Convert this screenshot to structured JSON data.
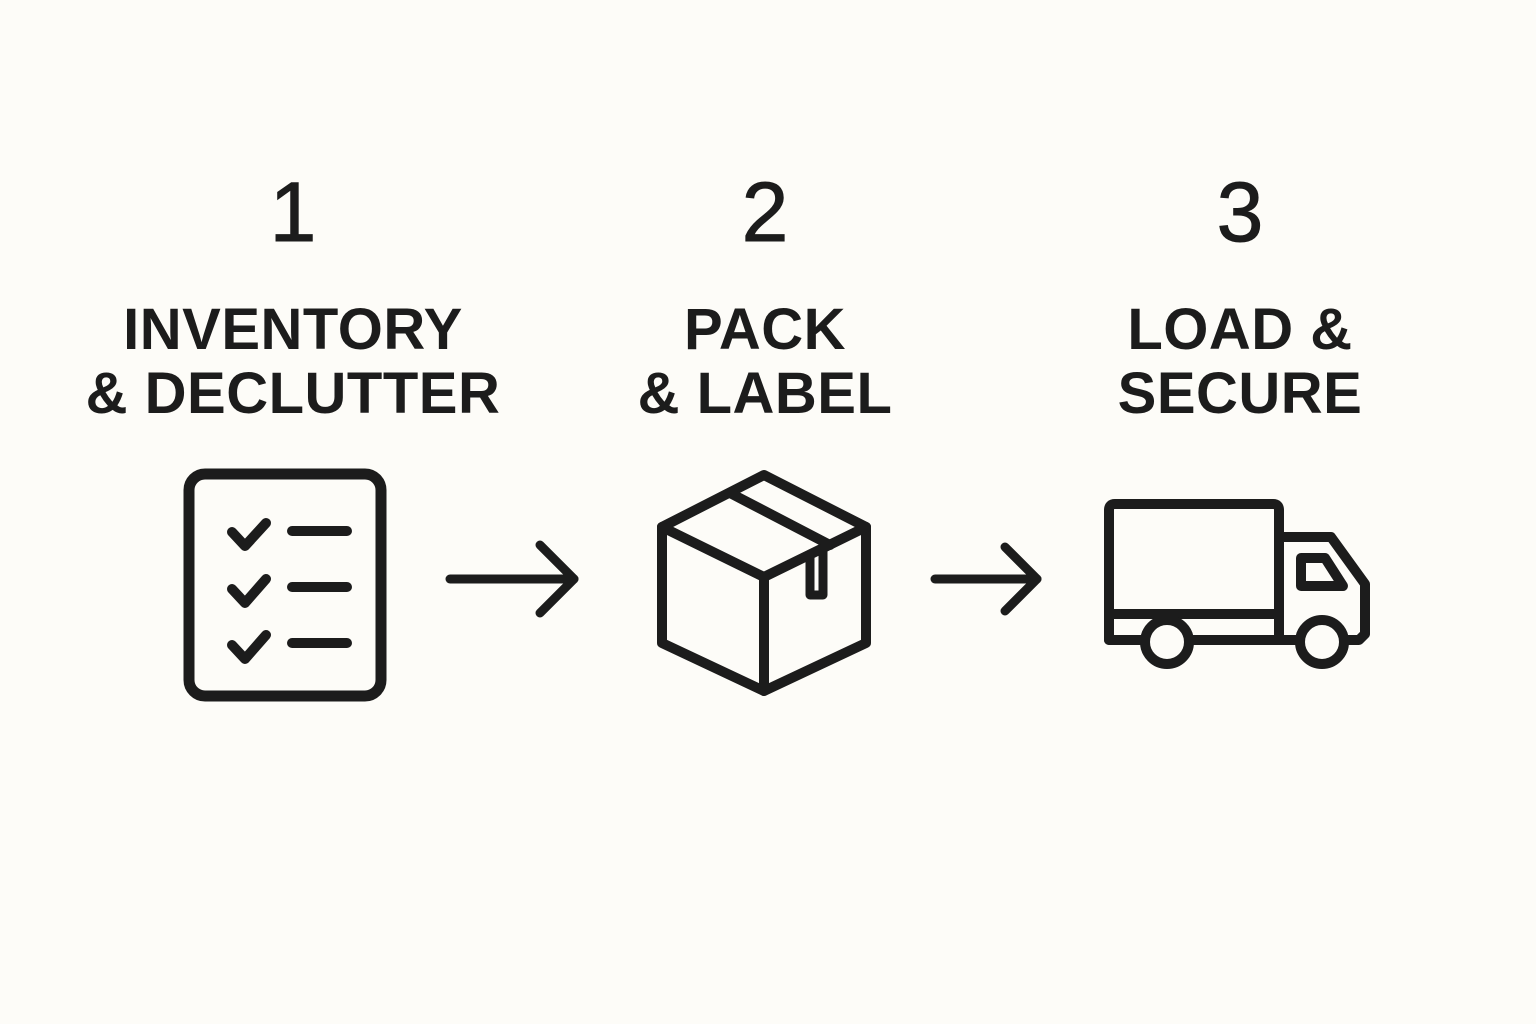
{
  "diagram": {
    "type": "process-flow",
    "colors": {
      "background": "#fdfcf8",
      "ink": "#1c1c1c"
    },
    "steps": [
      {
        "number": "1",
        "title_lines": [
          "INVENTORY",
          "& DECLUTTER"
        ],
        "icon": "checklist-icon"
      },
      {
        "number": "2",
        "title_lines": [
          "PACK",
          "& LABEL"
        ],
        "icon": "box-icon"
      },
      {
        "number": "3",
        "title_lines": [
          "LOAD &",
          "SECURE"
        ],
        "icon": "truck-icon"
      }
    ],
    "connectors": [
      {
        "from": "1",
        "to": "2",
        "icon": "arrow-right-icon"
      },
      {
        "from": "2",
        "to": "3",
        "icon": "arrow-right-icon"
      }
    ]
  }
}
